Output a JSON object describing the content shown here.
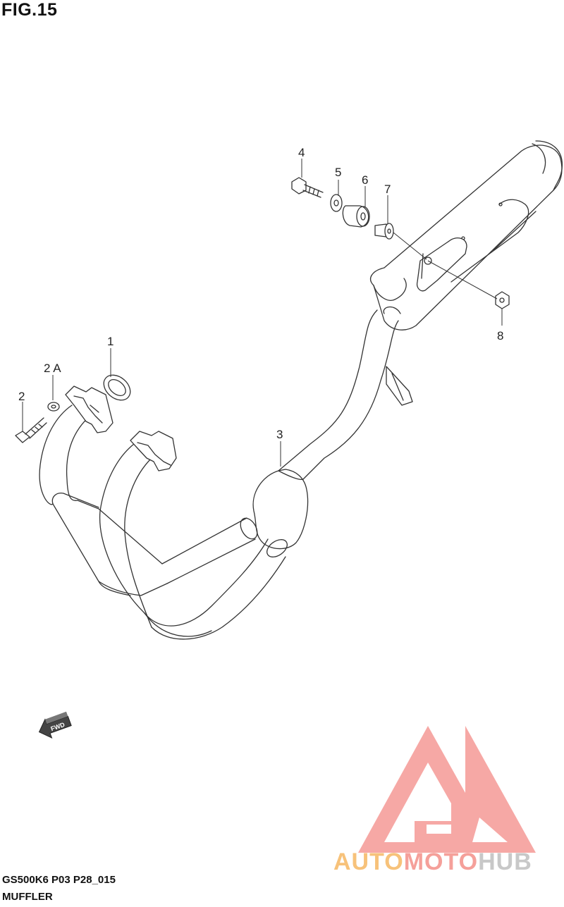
{
  "figure": {
    "title": "FIG.15"
  },
  "callouts": [
    {
      "id": "1",
      "label": "1"
    },
    {
      "id": "2",
      "label": "2"
    },
    {
      "id": "2A",
      "label": "2 A"
    },
    {
      "id": "3",
      "label": "3"
    },
    {
      "id": "4",
      "label": "4"
    },
    {
      "id": "5",
      "label": "5"
    },
    {
      "id": "6",
      "label": "6"
    },
    {
      "id": "7",
      "label": "7"
    },
    {
      "id": "8",
      "label": "8"
    }
  ],
  "fwd_marker": {
    "label": "FWD",
    "icon": "fwd-arrow-icon"
  },
  "footer": {
    "code": "GS500K6 P03 P28_015",
    "name": "MUFFLER"
  },
  "watermark": {
    "parts": [
      "AUTO",
      "MOTO",
      "HUB"
    ],
    "colors": {
      "auto": "#f7c27a",
      "moto": "#f5a09a",
      "hub": "#c8c8c8",
      "triangle": "#f59a96"
    }
  }
}
